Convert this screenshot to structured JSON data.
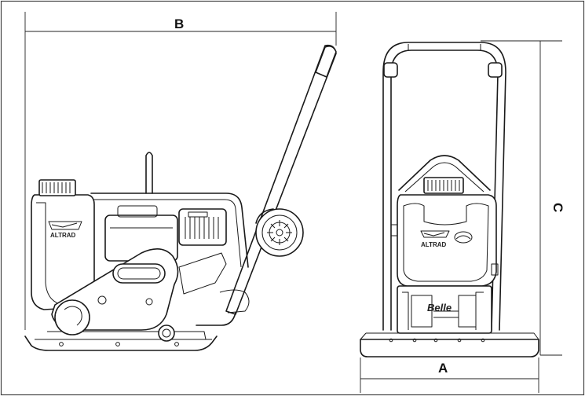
{
  "dimensions": {
    "width_label": "A",
    "length_label": "B",
    "height_label": "C"
  },
  "logos": {
    "side_badge": "ALTRAD",
    "front_badge": "ALTRAD",
    "front_brand": "Belle"
  }
}
